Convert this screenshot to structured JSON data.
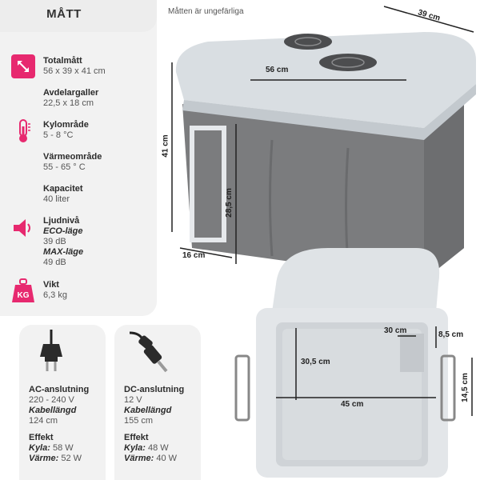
{
  "header": {
    "title": "MÅTT",
    "note": "Måtten är ungefärliga"
  },
  "specs": [
    {
      "label": "Totalmått",
      "value": "56 x 39 x 41 cm",
      "icon": "diagonal-arrow-icon"
    },
    {
      "label": "Avdelargaller",
      "value": "22,5 x 18 cm"
    },
    {
      "label": "Kylområde",
      "value": "5 - 8 °C",
      "icon": "thermometer-icon"
    },
    {
      "label": "Värmeområde",
      "value": "55 - 65 ° C"
    },
    {
      "label": "Kapacitet",
      "value": "40 liter"
    },
    {
      "label": "Ljudnivå",
      "sub1": "ECO-läge",
      "val1": "39 dB",
      "sub2": "MAX-läge",
      "val2": "49 dB",
      "icon": "speaker-icon"
    },
    {
      "label": "Vikt",
      "value": "6,3 kg",
      "icon": "weight-icon",
      "icon_text": "KG"
    }
  ],
  "ac": {
    "label": "AC-anslutning",
    "voltage": "220 - 240 V",
    "cable_label": "Kabellängd",
    "cable": "124 cm",
    "power_label": "Effekt",
    "cool_label": "Kyla:",
    "cool": "58 W",
    "heat_label": "Värme:",
    "heat": "52 W"
  },
  "dc": {
    "label": "DC-anslutning",
    "voltage": "12 V",
    "cable_label": "Kabellängd",
    "cable": "155 cm",
    "power_label": "Effekt",
    "cool_label": "Kyla:",
    "cool": "48 W",
    "heat_label": "Värme:",
    "heat": "40 W"
  },
  "dims": {
    "depth": "39 cm",
    "length": "56 cm",
    "height": "41 cm",
    "inner_height": "28,5 cm",
    "handle": "16 cm",
    "inner_width": "30 cm",
    "compartment": "8,5 cm",
    "inner_depth": "30,5 cm",
    "inner_length": "45 cm",
    "side": "14,5 cm"
  },
  "colors": {
    "accent": "#e7296f",
    "panel": "#f2f2f2",
    "lid": "#d9dee2",
    "body": "#7b7c7e"
  }
}
